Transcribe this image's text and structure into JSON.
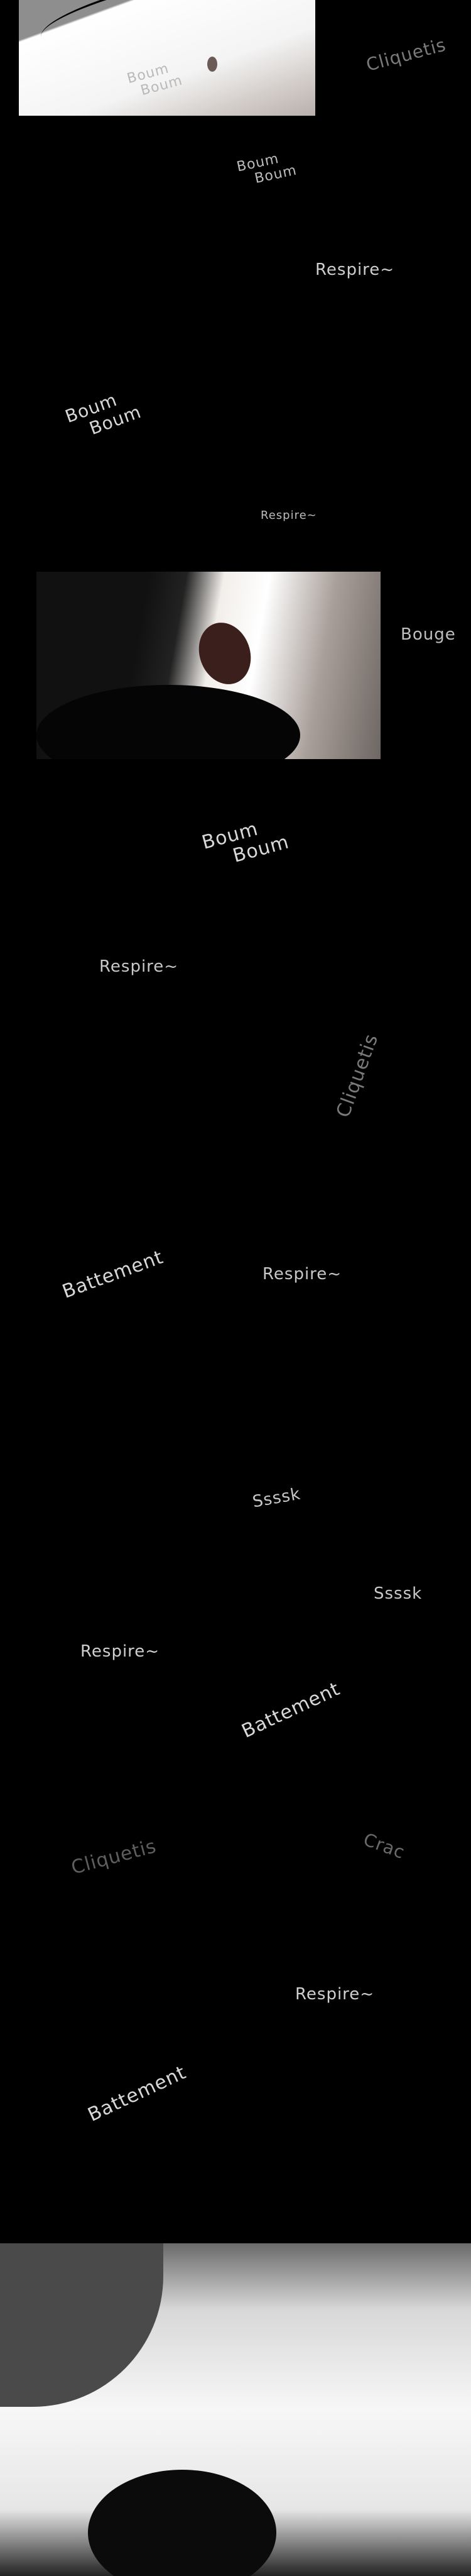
{
  "sfx": {
    "panel1_boum": "Boum\n  Boum",
    "cliquetis_1": "Cliquetis",
    "boum_1": "Boum\n   Boum",
    "respire_1": "Respire~",
    "boum_2": "Boum\n   Boum",
    "respire_2": "Respire~",
    "bouge": "Bouge",
    "boum_3": "Boum\n    Boum",
    "respire_3": "Respire~",
    "cliquetis_2": "Cliquetis",
    "battement_1": "Battement",
    "respire_4": "Respire~",
    "ssssk_1": "Ssssk",
    "ssssk_2": "Ssssk",
    "respire_5": "Respire~",
    "battement_2": "Battement",
    "cliquetis_3": "Cliquetis",
    "crac": "Crac",
    "respire_6": "Respire~",
    "battement_3": "Battement"
  }
}
